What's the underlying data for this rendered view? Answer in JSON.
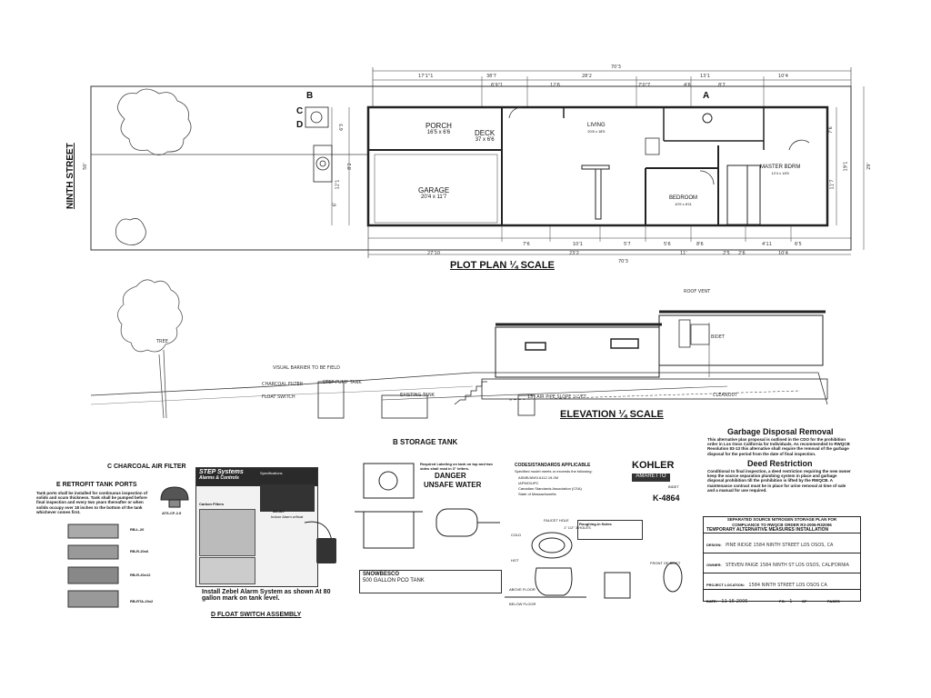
{
  "plot_plan": {
    "street": "NINTH STREET",
    "street_dim": "50'",
    "title": "PLOT PLAN ¼ SCALE",
    "markers": [
      "B",
      "C",
      "D",
      "A"
    ],
    "rooms": [
      {
        "name": "PORCH",
        "size": "16'5 x 6'6"
      },
      {
        "name": "DECK",
        "size": "37 x 6'6"
      },
      {
        "name": "LIVING",
        "size": "20'8 x 18'5"
      },
      {
        "name": "GARAGE",
        "size": "20'4 x 11'7"
      },
      {
        "name": "BEDROOM",
        "size": "10'9 x 8'11"
      },
      {
        "name": "MASTER BDRM",
        "size": "12'4 x 18'5"
      }
    ],
    "top_dims": [
      "70'3",
      "17'1\"1",
      "38'7",
      "28'2",
      "13'1",
      "10'4",
      "6'9\"1",
      "12'6",
      "7'0\"7",
      "4'6",
      "8'7"
    ],
    "bottom_dims": [
      "27'10",
      "7'6",
      "10'1",
      "5'7",
      "5'6",
      "8'6",
      "4'11",
      "6'5",
      "23'2",
      "11'",
      "2'5",
      "2'6",
      "10'4",
      "70'3"
    ],
    "side_dims": [
      "29'",
      "11'7",
      "19'1",
      "7'6",
      "12'1",
      "8'2",
      "6'",
      "6'3"
    ]
  },
  "elevation": {
    "title": "ELEVATION ¼ SCALE",
    "notes": [
      "VISUAL BARRIER TO BE FIELD",
      "CHARCOAL FILTER",
      "FLOAT SWITCH",
      "STEP PUMP TANK",
      "EXISTING TANK",
      "15\" AIR PIPE SLOPE ¼\"/FT",
      "CLEANOUT",
      "ROOF VENT",
      "BIDET",
      "TREE"
    ]
  },
  "sections": {
    "charcoal": "C  CHARCOAL AIR FILTER",
    "retrofit": "E  RETROFIT TANK PORTS",
    "retrofit_text": "Tank ports shall be installed for continuous inspection of solids and scum thickness. Tank shall be pumped before final inspection and every two years thereafter or when solids occupy over 18 inches to the bottom of the tank whichever comes first.",
    "filter_model": "ATS-CF-2.5",
    "ports": [
      "RB-L-20",
      "RB-R-20x6",
      "RB-R-20x12",
      "RB-RTA-20x2"
    ],
    "storage_tank": "B  STORAGE TANK",
    "tank_label_note": "Required Labeling on tank on top and two sides shall read in 3\" letters.",
    "danger": "DANGER",
    "unsafe": "UNSAFE WATER",
    "tank_brand": "SNOWBESCO",
    "tank_capacity": "500 GALLON PCO TANK",
    "float_switch": "D  FLOAT SWITCH ASSEMBLY",
    "alarm_note": "Install Zebel Alarm System as shown At 80 gallon mark on tank level.",
    "alarm_model": "AC-A-I",
    "alarm_sub": "Indoor Alarm w/float"
  },
  "step_systems": {
    "title": "STEP Systems",
    "subtitle": "Alarms & Controls",
    "spec": "Specifications",
    "carbon": "Carbon Filters"
  },
  "codes": {
    "title": "CODES/STANDARDS APPLICABLE",
    "sub": "Specified model meets or exceeds the following:",
    "items": [
      "ASME/ANSI A112.19.2M",
      "IAPMO/UPC",
      "Canadian Standards Association (CSA)",
      "State of Massachusetts"
    ]
  },
  "kohler": {
    "brand": "KOHLER",
    "model": "AMARETTO",
    "type": "BIDET",
    "number": "K-4864"
  },
  "garbage": {
    "title": "Garbage Disposal Removal",
    "text": "This alternative plan proposal is outlined in the CDO for the prohibition order in Los Osos California for Individuals. As recommended to RWQCB Resolution 83-13 this alternative shall require the removal of the garbage disposal for the period from the date of final inspection.",
    "deed_title": "Deed Restriction",
    "deed_text": "Conditional to final inspection, a deed restriction requiring the new owner keep the source separation plumbing system in place and garbage disposal prohibition till the prohibition is lifted by the RWQCB. A maintenance contract must be in place for urine removal at time of sale and a manual for use required."
  },
  "title_block": {
    "line1": "SEPARATED SOURCE NITROGEN STORAGE PLAN FOR",
    "line2": "COMPLIANCE TO RWQCB ORDER R3-2006-R32006",
    "line3": "TEMPORARY ALTERNATIVE MEASURES INSTALLATION",
    "design_label": "DESIGN:",
    "design_value": "PINE RIDGE  1584 NINTH STREET  LOS OSOS, CA",
    "owner_label": "OWNER:",
    "owner_value": "STEVEN PAIGE  1584 NINTH ST  LOS OSOS, CALIFORNIA",
    "location_label": "PROJECT LOCATION:",
    "location_value": "1584 NINTH STREET  LOS OSOS CA",
    "date_label": "DATE:",
    "date_value": "11-15-2006",
    "pg_label": "PG.",
    "pg_value": "1",
    "of_label": "OF",
    "pages_label": "PAGES"
  },
  "roughing": {
    "title": "Roughing-in Notes",
    "faucet": "FAUCET HOLE",
    "holes": "1\" 1/2\" 3 HOLES",
    "front": "FRONT OF BIDET",
    "cold": "COLD",
    "hot": "HOT",
    "floor": "ABOVE FLOOR",
    "below": "BELOW FLOOR"
  }
}
